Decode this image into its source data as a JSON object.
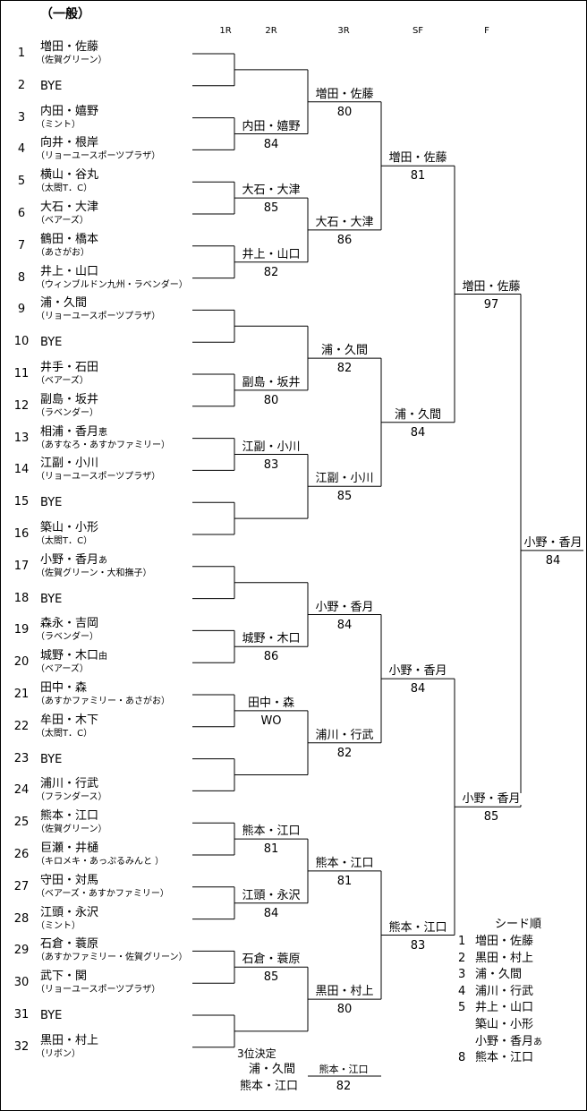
{
  "title": "（一般）",
  "rounds": [
    "1R",
    "2R",
    "3R",
    "SF",
    "F"
  ],
  "entries": [
    {
      "n": "1",
      "name": "増田・佐藤",
      "club": "（佐賀グリーン）"
    },
    {
      "n": "2",
      "name": "BYE",
      "club": ""
    },
    {
      "n": "3",
      "name": "内田・嬉野",
      "club": "（ミント）"
    },
    {
      "n": "4",
      "name": "向井・根岸",
      "club": "（リョーユースポーツプラザ）"
    },
    {
      "n": "5",
      "name": "横山・谷丸",
      "club": "（太閤T．C）"
    },
    {
      "n": "6",
      "name": "大石・大津",
      "club": "（ベアーズ）"
    },
    {
      "n": "7",
      "name": "鶴田・橋本",
      "club": "（あさがお）"
    },
    {
      "n": "8",
      "name": "井上・山口",
      "club": "（ウィンブルドン九州・ラベンダー）"
    },
    {
      "n": "9",
      "name": "浦・久間",
      "club": "（リョーユースポーツプラザ）"
    },
    {
      "n": "10",
      "name": "BYE",
      "club": ""
    },
    {
      "n": "11",
      "name": "井手・石田",
      "club": "（ベアーズ）"
    },
    {
      "n": "12",
      "name": "副島・坂井",
      "club": "（ラベンダー）"
    },
    {
      "n": "13",
      "name": "相浦・香月",
      "club": "（あすなろ・あすかファミリー）",
      "mark": "恵"
    },
    {
      "n": "14",
      "name": "江副・小川",
      "club": "（リョーユースポーツプラザ）"
    },
    {
      "n": "15",
      "name": "BYE",
      "club": ""
    },
    {
      "n": "16",
      "name": "築山・小形",
      "club": "（太閤T．C）"
    },
    {
      "n": "17",
      "name": "小野・香月",
      "club": "（佐賀グリーン・大和撫子）",
      "mark": "あ"
    },
    {
      "n": "18",
      "name": "BYE",
      "club": ""
    },
    {
      "n": "19",
      "name": "森永・吉岡",
      "club": "（ラベンダー）"
    },
    {
      "n": "20",
      "name": "城野・木口",
      "club": "（ベアーズ）",
      "mark": "由"
    },
    {
      "n": "21",
      "name": "田中・森",
      "club": "（あすかファミリー・あさがお）"
    },
    {
      "n": "22",
      "name": "牟田・木下",
      "club": "（太閤T．C）"
    },
    {
      "n": "23",
      "name": "BYE",
      "club": ""
    },
    {
      "n": "24",
      "name": "浦川・行武",
      "club": "（フランダース）"
    },
    {
      "n": "25",
      "name": "熊本・江口",
      "club": "（佐賀グリーン）"
    },
    {
      "n": "26",
      "name": "巨瀬・井樋",
      "club": "（キロメキ・あっぷるみんと ）"
    },
    {
      "n": "27",
      "name": "守田・対馬",
      "club": "（ベアーズ・あすかファミリー）"
    },
    {
      "n": "28",
      "name": "江頭・永沢",
      "club": "（ミント）"
    },
    {
      "n": "29",
      "name": "石倉・蓑原",
      "club": "（あすかファミリー・佐賀グリーン）"
    },
    {
      "n": "30",
      "name": "武下・関",
      "club": "（リョーユースポーツプラザ）"
    },
    {
      "n": "31",
      "name": "BYE",
      "club": ""
    },
    {
      "n": "32",
      "name": "黒田・村上",
      "club": "（リボン）"
    }
  ],
  "round2": [
    {
      "name": "",
      "score": ""
    },
    {
      "name": "内田・嬉野",
      "score": "84"
    },
    {
      "name": "大石・大津",
      "score": "85"
    },
    {
      "name": "井上・山口",
      "score": "82"
    },
    {
      "name": "",
      "score": ""
    },
    {
      "name": "副島・坂井",
      "score": "80"
    },
    {
      "name": "江副・小川",
      "score": "83"
    },
    {
      "name": "",
      "score": ""
    },
    {
      "name": "",
      "score": ""
    },
    {
      "name": "城野・木口",
      "score": "86"
    },
    {
      "name": "田中・森",
      "score": "WO"
    },
    {
      "name": "",
      "score": ""
    },
    {
      "name": "熊本・江口",
      "score": "81"
    },
    {
      "name": "江頭・永沢",
      "score": "84"
    },
    {
      "name": "石倉・蓑原",
      "score": "85"
    },
    {
      "name": "",
      "score": ""
    }
  ],
  "round3": [
    {
      "name": "増田・佐藤",
      "score": "80"
    },
    {
      "name": "大石・大津",
      "score": "86"
    },
    {
      "name": "浦・久間",
      "score": "82"
    },
    {
      "name": "江副・小川",
      "score": "85"
    },
    {
      "name": "小野・香月",
      "score": "84"
    },
    {
      "name": "浦川・行武",
      "score": "82"
    },
    {
      "name": "熊本・江口",
      "score": "81"
    },
    {
      "name": "黒田・村上",
      "score": "80"
    }
  ],
  "qf": [
    {
      "name": "増田・佐藤",
      "score": "81"
    },
    {
      "name": "浦・久間",
      "score": "84"
    },
    {
      "name": "小野・香月",
      "score": "84"
    },
    {
      "name": "熊本・江口",
      "score": "83"
    }
  ],
  "sf": [
    {
      "name": "増田・佐藤",
      "score": "97"
    },
    {
      "name": "小野・香月",
      "score": "85"
    }
  ],
  "final": {
    "name": "小野・香月",
    "score": "84"
  },
  "third_place": {
    "label": "3位決定",
    "player1": "浦・久間",
    "player2": "熊本・江口",
    "winner": "熊本・江口",
    "score": "82"
  },
  "seeds": {
    "title": "シード順",
    "items": [
      {
        "rank": "1",
        "names": [
          "増田・佐藤"
        ]
      },
      {
        "rank": "2",
        "names": [
          "黒田・村上"
        ]
      },
      {
        "rank": "3",
        "names": [
          "浦・久間"
        ]
      },
      {
        "rank": "4",
        "names": [
          "浦川・行武"
        ]
      },
      {
        "rank": "5",
        "names": [
          "井上・山口",
          "築山・小形",
          "小野・香月"
        ],
        "mark": "あ"
      },
      {
        "rank": "8",
        "names": [
          "熊本・江口"
        ]
      }
    ]
  }
}
